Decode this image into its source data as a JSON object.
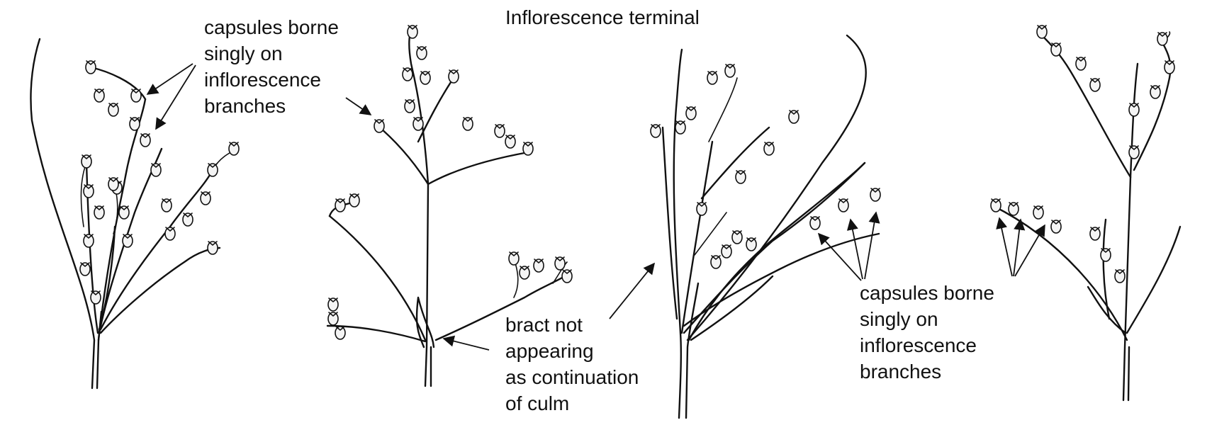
{
  "title": "Inflorescence terminal",
  "labels": {
    "capsules_left": [
      "capsules borne",
      "singly on",
      "inflorescence",
      "branches"
    ],
    "bract": [
      "bract not",
      "appearing",
      "as continuation",
      "of culm"
    ],
    "capsules_right": [
      "capsules borne",
      "singly on",
      "inflorescence",
      "branches"
    ]
  },
  "colors": {
    "ink": "#111111",
    "background": "#ffffff"
  }
}
